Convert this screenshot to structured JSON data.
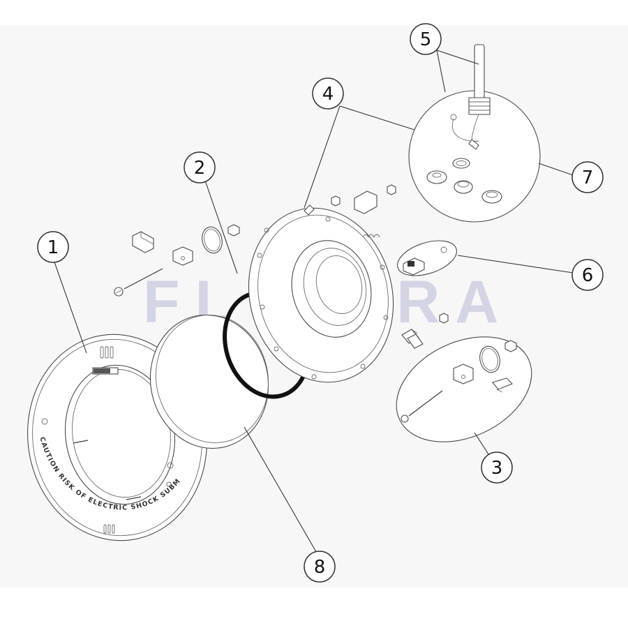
{
  "watermark": "FLUIDRA",
  "caution_text": "CAUTION RISK OF ELECTRIC SHOCK SUBMERGE BEFORE LIGHTING",
  "callouts": [
    {
      "id": "1",
      "label": "1"
    },
    {
      "id": "2",
      "label": "2"
    },
    {
      "id": "3",
      "label": "3"
    },
    {
      "id": "4",
      "label": "4"
    },
    {
      "id": "5",
      "label": "5"
    },
    {
      "id": "6",
      "label": "6"
    },
    {
      "id": "7",
      "label": "7"
    },
    {
      "id": "8",
      "label": "8"
    }
  ],
  "colors": {
    "background": "#ffffff",
    "linework": "#3a3a3a",
    "gasket": "#111111",
    "watermark": "#9aa0c8"
  }
}
